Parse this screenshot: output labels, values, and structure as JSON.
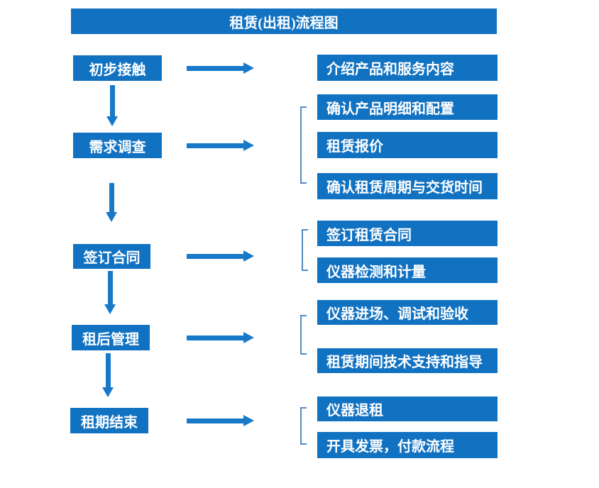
{
  "title": "租赁(出租)流程图",
  "colors": {
    "primary": "#1272c2",
    "arrow": "#1879c8",
    "bracket": "#5588c4",
    "box_text": "#ffffff",
    "background": "#ffffff"
  },
  "stages": [
    {
      "label": "初步接触",
      "outputs": [
        "介绍产品和服务内容"
      ]
    },
    {
      "label": "需求调查",
      "outputs": [
        "确认产品明细和配置",
        "租赁报价",
        "确认租赁周期与交货时间"
      ]
    },
    {
      "label": "签订合同",
      "outputs": [
        "签订租赁合同",
        "仪器检测和计量"
      ]
    },
    {
      "label": "租后管理",
      "outputs": [
        "仪器进场、调试和验收",
        "租赁期间技术支持和指导"
      ]
    },
    {
      "label": "租期结束",
      "outputs": [
        "仪器退租",
        "开具发票，付款流程"
      ]
    }
  ]
}
